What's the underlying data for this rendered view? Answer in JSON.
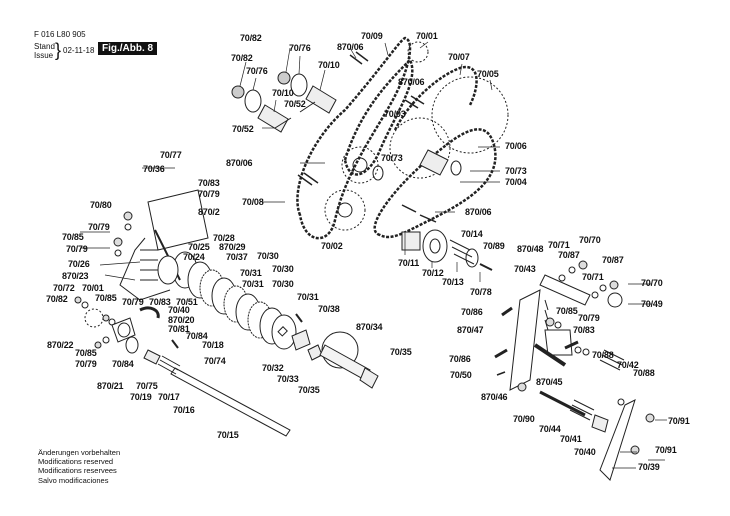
{
  "header": {
    "part_number": "F 016 L80 905",
    "stand_label": "Stand",
    "issue_label": "Issue",
    "issue_date": "02-11-18",
    "figure_label": "Fig./Abb. 8"
  },
  "footer": {
    "lines": [
      "Änderungen vorbehalten",
      "Modifications reserved",
      "Modifications reservees",
      "Salvo modificaciones"
    ]
  },
  "diagram": {
    "title": "Exploded parts view - chain drive and clutch assembly",
    "callouts": [
      {
        "id": "c1",
        "text": "70/82"
      },
      {
        "id": "c2",
        "text": "70/76"
      },
      {
        "id": "c3",
        "text": "70/82"
      },
      {
        "id": "c4",
        "text": "70/76"
      },
      {
        "id": "c5",
        "text": "70/10"
      },
      {
        "id": "c6",
        "text": "70/10"
      },
      {
        "id": "c7",
        "text": "70/52"
      },
      {
        "id": "c8",
        "text": "70/52"
      },
      {
        "id": "c9",
        "text": "870/06"
      },
      {
        "id": "c10",
        "text": "70/09"
      },
      {
        "id": "c11",
        "text": "70/01"
      },
      {
        "id": "c12",
        "text": "70/07"
      },
      {
        "id": "c13",
        "text": "70/05"
      },
      {
        "id": "c14",
        "text": "870/06"
      },
      {
        "id": "c15",
        "text": "70/03"
      },
      {
        "id": "c16",
        "text": "70/06"
      },
      {
        "id": "c17",
        "text": "70/73"
      },
      {
        "id": "c18",
        "text": "70/73"
      },
      {
        "id": "c19",
        "text": "70/04"
      },
      {
        "id": "c20",
        "text": "870/06"
      },
      {
        "id": "c21",
        "text": "70/08"
      },
      {
        "id": "c22",
        "text": "870/06"
      },
      {
        "id": "c23",
        "text": "70/02"
      },
      {
        "id": "c24",
        "text": "70/77"
      },
      {
        "id": "c25",
        "text": "70/36"
      },
      {
        "id": "c26",
        "text": "70/83"
      },
      {
        "id": "c27",
        "text": "70/79"
      },
      {
        "id": "c28",
        "text": "870/2"
      },
      {
        "id": "c29",
        "text": "70/80"
      },
      {
        "id": "c30",
        "text": "70/79"
      },
      {
        "id": "c31",
        "text": "70/85"
      },
      {
        "id": "c32",
        "text": "70/79"
      },
      {
        "id": "c33",
        "text": "70/28"
      },
      {
        "id": "c34",
        "text": "70/25"
      },
      {
        "id": "c35",
        "text": "870/29"
      },
      {
        "id": "c36",
        "text": "70/24"
      },
      {
        "id": "c37",
        "text": "70/37"
      },
      {
        "id": "c38",
        "text": "70/30"
      },
      {
        "id": "c39",
        "text": "70/26"
      },
      {
        "id": "c40",
        "text": "870/23"
      },
      {
        "id": "c41",
        "text": "70/31"
      },
      {
        "id": "c42",
        "text": "70/30"
      },
      {
        "id": "c43",
        "text": "70/72"
      },
      {
        "id": "c44",
        "text": "70/01"
      },
      {
        "id": "c45",
        "text": "70/82"
      },
      {
        "id": "c46",
        "text": "70/85"
      },
      {
        "id": "c47",
        "text": "70/79"
      },
      {
        "id": "c48",
        "text": "70/83"
      },
      {
        "id": "c49",
        "text": "70/51"
      },
      {
        "id": "c50",
        "text": "70/31"
      },
      {
        "id": "c51",
        "text": "70/30"
      },
      {
        "id": "c52",
        "text": "70/40"
      },
      {
        "id": "c53",
        "text": "870/20"
      },
      {
        "id": "c54",
        "text": "70/31"
      },
      {
        "id": "c55",
        "text": "70/81"
      },
      {
        "id": "c56",
        "text": "70/38"
      },
      {
        "id": "c57",
        "text": "70/84"
      },
      {
        "id": "c58",
        "text": "870/22"
      },
      {
        "id": "c59",
        "text": "70/18"
      },
      {
        "id": "c60",
        "text": "870/34"
      },
      {
        "id": "c61",
        "text": "70/85"
      },
      {
        "id": "c62",
        "text": "70/74"
      },
      {
        "id": "c63",
        "text": "70/79"
      },
      {
        "id": "c64",
        "text": "70/84"
      },
      {
        "id": "c65",
        "text": "70/35"
      },
      {
        "id": "c66",
        "text": "70/32"
      },
      {
        "id": "c67",
        "text": "870/21"
      },
      {
        "id": "c68",
        "text": "70/75"
      },
      {
        "id": "c69",
        "text": "70/33"
      },
      {
        "id": "c70",
        "text": "70/19"
      },
      {
        "id": "c71",
        "text": "70/17"
      },
      {
        "id": "c72",
        "text": "70/35"
      },
      {
        "id": "c73",
        "text": "70/16"
      },
      {
        "id": "c74",
        "text": "70/15"
      },
      {
        "id": "c75",
        "text": "70/14"
      },
      {
        "id": "c76",
        "text": "70/89"
      },
      {
        "id": "c77",
        "text": "70/11"
      },
      {
        "id": "c78",
        "text": "70/12"
      },
      {
        "id": "c79",
        "text": "70/13"
      },
      {
        "id": "c80",
        "text": "70/78"
      },
      {
        "id": "c81",
        "text": "870/48"
      },
      {
        "id": "c82",
        "text": "70/71"
      },
      {
        "id": "c83",
        "text": "70/70"
      },
      {
        "id": "c84",
        "text": "70/87"
      },
      {
        "id": "c85",
        "text": "70/43"
      },
      {
        "id": "c86",
        "text": "70/87"
      },
      {
        "id": "c87",
        "text": "70/71"
      },
      {
        "id": "c88",
        "text": "70/70"
      },
      {
        "id": "c89",
        "text": "70/49"
      },
      {
        "id": "c90",
        "text": "70/86"
      },
      {
        "id": "c91",
        "text": "70/85"
      },
      {
        "id": "c92",
        "text": "70/79"
      },
      {
        "id": "c93",
        "text": "870/47"
      },
      {
        "id": "c94",
        "text": "70/83"
      },
      {
        "id": "c95",
        "text": "70/86"
      },
      {
        "id": "c96",
        "text": "70/88"
      },
      {
        "id": "c97",
        "text": "70/50"
      },
      {
        "id": "c98",
        "text": "870/45"
      },
      {
        "id": "c99",
        "text": "70/42"
      },
      {
        "id": "c100",
        "text": "70/88"
      },
      {
        "id": "c101",
        "text": "870/46"
      },
      {
        "id": "c102",
        "text": "70/90"
      },
      {
        "id": "c103",
        "text": "70/91"
      },
      {
        "id": "c104",
        "text": "70/44"
      },
      {
        "id": "c105",
        "text": "70/41"
      },
      {
        "id": "c106",
        "text": "70/91"
      },
      {
        "id": "c107",
        "text": "70/40"
      },
      {
        "id": "c108",
        "text": "70/39"
      }
    ]
  }
}
